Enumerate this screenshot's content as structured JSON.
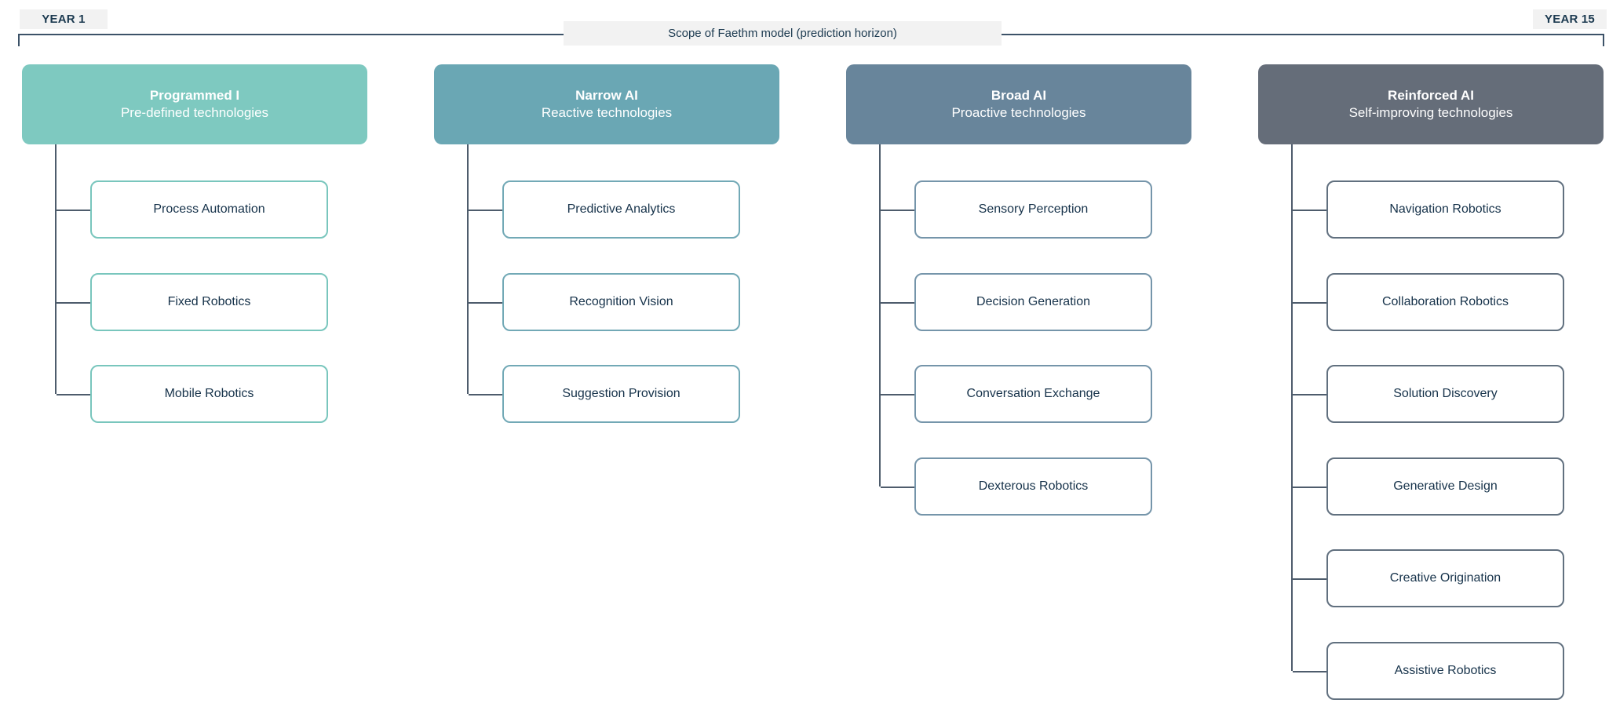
{
  "timeline": {
    "year_start_label": "YEAR 1",
    "year_end_label": "YEAR 15",
    "scope_label": "Scope of Faethm model (prediction horizon)",
    "bracket_color": "#3c5268",
    "label_bg": "#f2f2f2",
    "label_text_color": "#1c3a50"
  },
  "connector_color": "#4e5c6c",
  "child_text_color": "#16324a",
  "columns": [
    {
      "id": "programmed",
      "title": "Programmed I",
      "subtitle": "Pre-defined technologies",
      "header_bg": "#7ec9c0",
      "child_border": "#79c6bd",
      "children": [
        "Process Automation",
        "Fixed Robotics",
        "Mobile Robotics"
      ]
    },
    {
      "id": "narrow-ai",
      "title": "Narrow AI",
      "subtitle": "Reactive technologies",
      "header_bg": "#6aa7b4",
      "child_border": "#72a9b6",
      "children": [
        "Predictive Analytics",
        "Recognition Vision",
        "Suggestion Provision"
      ]
    },
    {
      "id": "broad-ai",
      "title": "Broad AI",
      "subtitle": "Proactive technologies",
      "header_bg": "#68859b",
      "child_border": "#7595aa",
      "children": [
        "Sensory Perception",
        "Decision Generation",
        "Conversation Exchange",
        "Dexterous Robotics"
      ]
    },
    {
      "id": "reinforced-ai",
      "title": "Reinforced AI",
      "subtitle": "Self-improving technologies",
      "header_bg": "#656d79",
      "child_border": "#61707f",
      "children": [
        "Navigation Robotics",
        "Collaboration Robotics",
        "Solution Discovery",
        "Generative Design",
        "Creative Origination",
        "Assistive Robotics"
      ]
    }
  ]
}
